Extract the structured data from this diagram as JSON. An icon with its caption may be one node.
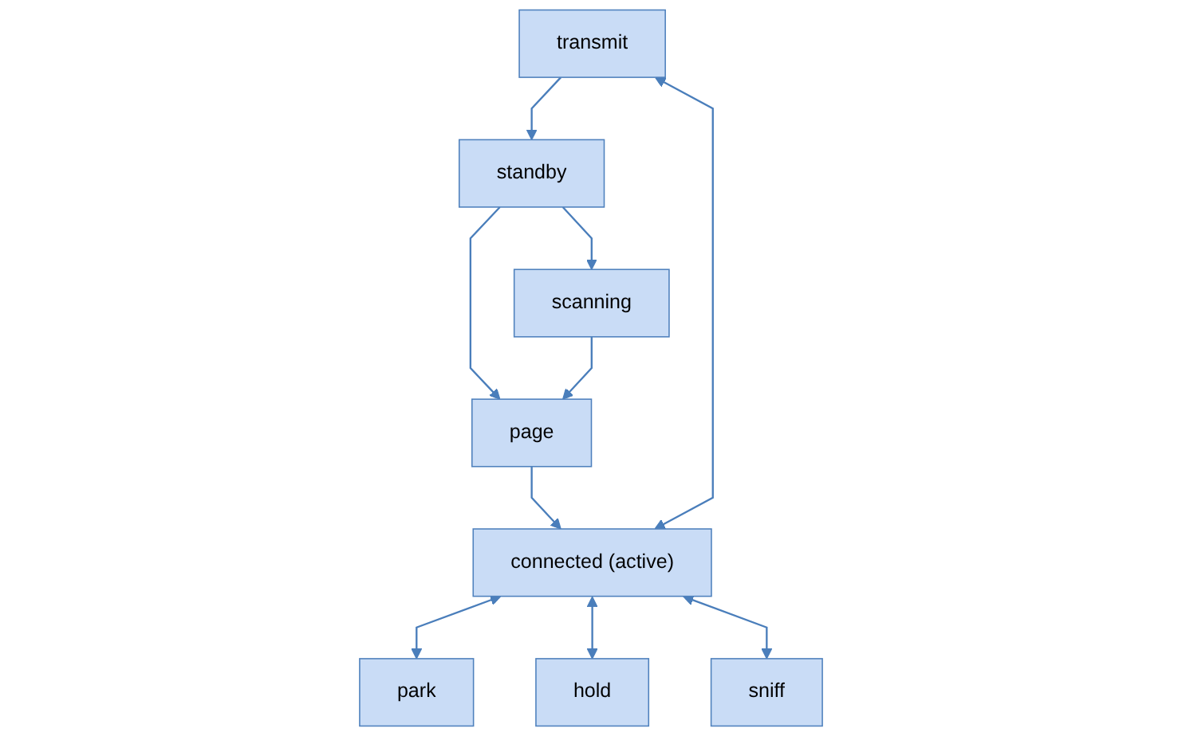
{
  "diagram": {
    "nodes": [
      {
        "text": [
          "standby"
        ]
      },
      {
        "text": [
          "scanning"
        ]
      },
      {
        "text": [
          "page"
        ]
      },
      {
        "text": [
          "transmit"
        ]
      },
      {
        "text": [
          "connected (active)"
        ]
      },
      {
        "text": [
          "park"
        ]
      },
      {
        "text": [
          "hold"
        ]
      },
      {
        "text": [
          "sniff"
        ]
      }
    ],
    "edges": [
      {
        "from": 0,
        "to": 1,
        "arrow": "to"
      },
      {
        "from": 0,
        "to": 2,
        "arrow": "to"
      },
      {
        "from": 1,
        "to": 2,
        "arrow": "to"
      },
      {
        "from": 2,
        "to": 4,
        "arrow": "to"
      },
      {
        "from": 3,
        "to": 0,
        "arrow": "to"
      },
      {
        "from": 3,
        "to": 4,
        "arrow": "both"
      },
      {
        "from": 4,
        "to": 5,
        "arrow": "both"
      },
      {
        "from": 4,
        "to": 6,
        "arrow": "both"
      },
      {
        "from": 4,
        "to": 7,
        "arrow": "both"
      }
    ]
  }
}
